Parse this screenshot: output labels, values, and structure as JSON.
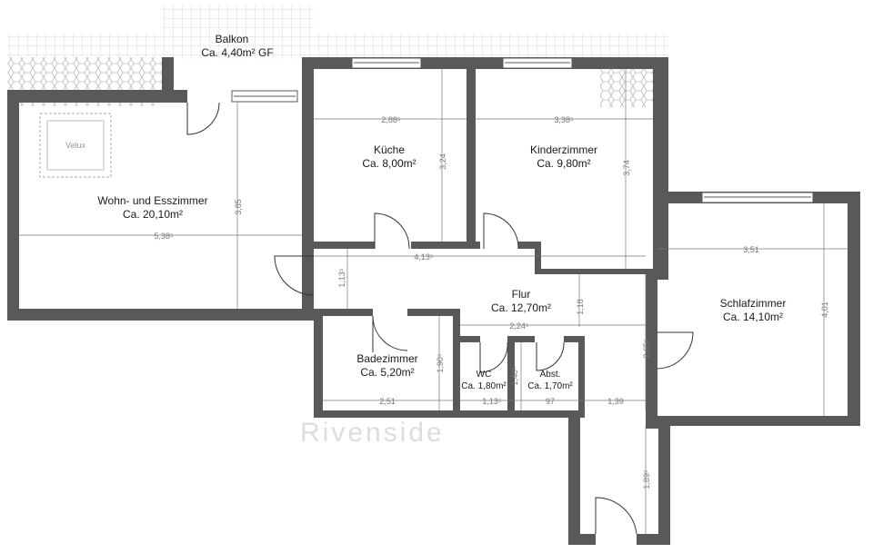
{
  "rooms": {
    "balkon": {
      "name": "Balkon",
      "area": "Ca. 4,40m² GF"
    },
    "wohnen": {
      "name": "Wohn- und Esszimmer",
      "area": "Ca. 20,10m²"
    },
    "kueche": {
      "name": "Küche",
      "area": "Ca. 8,00m²"
    },
    "kinder": {
      "name": "Kinderzimmer",
      "area": "Ca. 9,80m²"
    },
    "schlaf": {
      "name": "Schlafzimmer",
      "area": "Ca. 14,10m²"
    },
    "flur": {
      "name": "Flur",
      "area": "Ca. 12,70m²"
    },
    "bad": {
      "name": "Badezimmer",
      "area": "Ca. 5,20m²"
    },
    "wc": {
      "name": "WC",
      "area": "Ca. 1,80m²"
    },
    "abst": {
      "name": "Abst.",
      "area": "Ca. 1,70m²"
    }
  },
  "velux": "Velux",
  "watermark": "Rivenside",
  "dims": {
    "kueche_w": "2,88⁵",
    "kueche_h": "3,24",
    "kinder_w": "3,38⁵",
    "kinder_h": "3,74",
    "wohnen_w": "5,38⁵",
    "wohnen_h": "3,85",
    "flur_w": "4,13⁵",
    "flur_h": "1,13⁵",
    "flur_h2": "1,18",
    "schlaf_w": "3,51",
    "schlaf_h": "4,01",
    "flur_center": "2,24⁵",
    "bad_h": "1,90⁵",
    "bad_w": "2,51",
    "wc_w": "1,13⁵",
    "wc_h": "1,40⁵",
    "abst_w": "97",
    "hall_w": "1,39",
    "hall_h": "2,65⁵",
    "entry_h": "1,89⁵"
  },
  "colors": {
    "wall": "#595959",
    "dim": "#777777",
    "terrace": "#cccccc"
  }
}
